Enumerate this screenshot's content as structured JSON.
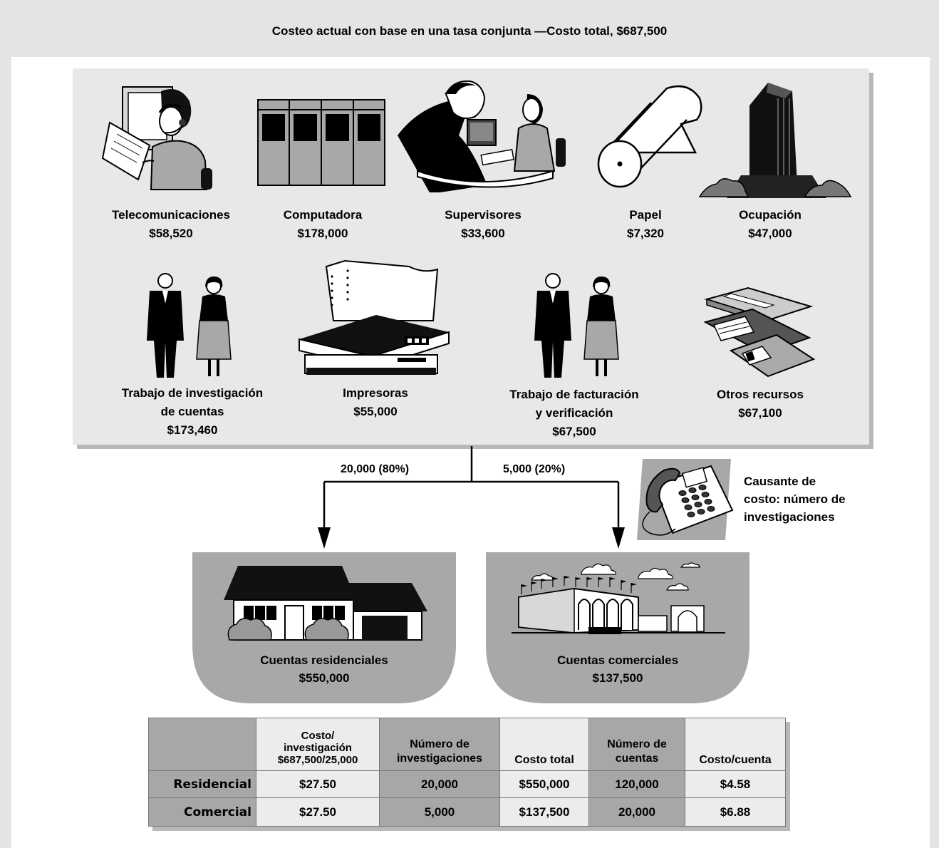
{
  "title": "Costeo actual con base en una tasa conjunta —Costo total, $687,500",
  "resources": [
    {
      "name": "Telecomunicaciones",
      "amount": "$58,520",
      "icon": "telephone-operator-icon"
    },
    {
      "name": "Computadora",
      "amount": "$178,000",
      "icon": "computer-cabinets-icon"
    },
    {
      "name": "Supervisores",
      "amount": "$33,600",
      "icon": "supervisors-icon"
    },
    {
      "name": "Papel",
      "amount": "$7,320",
      "icon": "paper-roll-icon"
    },
    {
      "name": "Ocupación",
      "amount": "$47,000",
      "icon": "building-icon"
    },
    {
      "name_line1": "Trabajo de investigación",
      "name_line2": "de cuentas",
      "amount": "$173,460",
      "icon": "workers-icon"
    },
    {
      "name": "Impresoras",
      "amount": "$55,000",
      "icon": "printer-icon"
    },
    {
      "name_line1": "Trabajo de facturación",
      "name_line2": "y verificación",
      "amount": "$67,500",
      "icon": "workers-icon"
    },
    {
      "name": "Otros recursos",
      "amount": "$67,100",
      "icon": "floppy-disks-icon"
    }
  ],
  "flows": {
    "left": "20,000 (80%)",
    "right": "5,000 (20%)"
  },
  "cost_driver": {
    "line1": "Causante de",
    "line2": "costo: número de",
    "line3": "investigaciones",
    "icon": "telephone-icon"
  },
  "accounts": {
    "residential": {
      "name": "Cuentas residenciales",
      "amount": "$550,000",
      "icon": "house-icon"
    },
    "commercial": {
      "name": "Cuentas comerciales",
      "amount": "$137,500",
      "icon": "commercial-building-icon"
    }
  },
  "table": {
    "headers": {
      "cost_per_inquiry_1": "Costo/",
      "cost_per_inquiry_2": "investigación",
      "cost_per_inquiry_3": "$687,500/25,000",
      "num_inquiries_1": "Número de",
      "num_inquiries_2": "investigaciones",
      "total_cost": "Costo total",
      "num_accounts_1": "Número de",
      "num_accounts_2": "cuentas",
      "cost_per_account": "Costo/cuenta"
    },
    "rows": [
      {
        "label": "Residencial",
        "cost_per_inquiry": "$27.50",
        "inquiries": "20,000",
        "total_cost": "$550,000",
        "accounts": "120,000",
        "cost_per_account": "$4.58"
      },
      {
        "label": "Comercial",
        "cost_per_inquiry": "$27.50",
        "inquiries": "5,000",
        "total_cost": "$137,500",
        "accounts": "20,000",
        "cost_per_account": "$6.88"
      }
    ]
  }
}
